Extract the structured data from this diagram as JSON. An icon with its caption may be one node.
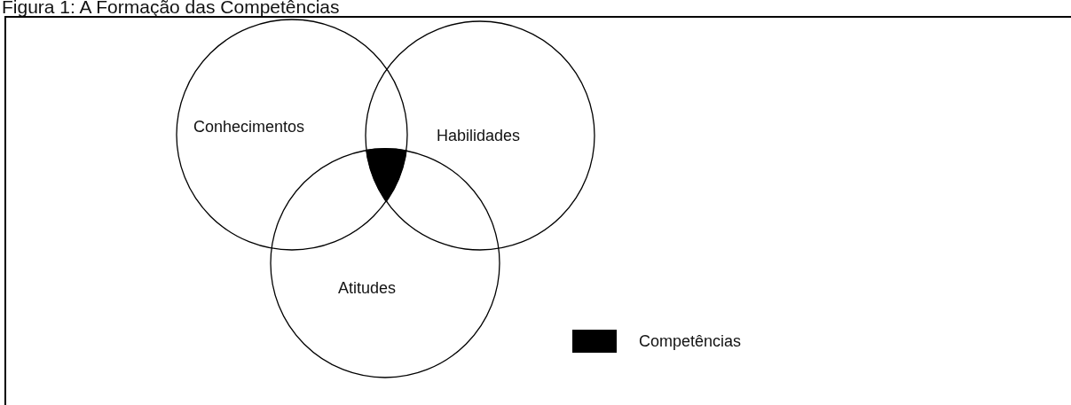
{
  "diagram": {
    "title": "Figura 1: A Formação das Competências",
    "nodes": [
      {
        "text": [
          "Conhecimentos"
        ]
      },
      {
        "text": [
          "Habilidades"
        ]
      },
      {
        "text": [
          "Atitudes"
        ]
      }
    ],
    "legend": [
      {
        "text": "Competências",
        "color": "#000000"
      }
    ]
  }
}
